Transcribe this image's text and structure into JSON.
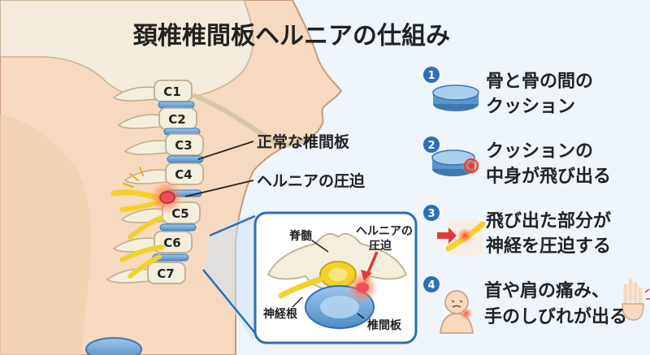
{
  "title": "頚椎椎間板ヘルニアの仕組み",
  "vertebrae": [
    "C1",
    "C2",
    "C3",
    "C4",
    "C5",
    "C6",
    "C7"
  ],
  "labels": {
    "normal_disc": "正常な椎間板",
    "herniation": "ヘルニアの圧迫"
  },
  "inset": {
    "spinal_cord": "脊髄",
    "herniation_line1": "ヘルニアの",
    "herniation_line2": "圧迫",
    "nerve_root": "神経根",
    "disc": "椎間板"
  },
  "steps": [
    {
      "num": "1",
      "line1": "骨と骨の間の",
      "line2": "クッション"
    },
    {
      "num": "2",
      "line1": "クッションの",
      "line2": "中身が飛び出る"
    },
    {
      "num": "3",
      "line1": "飛び出た部分が",
      "line2": "神経を圧迫する"
    },
    {
      "num": "4",
      "line1": "首や肩の痛み、",
      "line2": "手のしびれが出る"
    }
  ],
  "colors": {
    "background": "#eef5fb",
    "skin": "#f6d9bf",
    "bone": "#f4efdc",
    "disc": "#6ea8d9",
    "nerve": "#f2d22a",
    "accent": "#2f6db5",
    "alert": "#e53935",
    "text": "#222222"
  }
}
